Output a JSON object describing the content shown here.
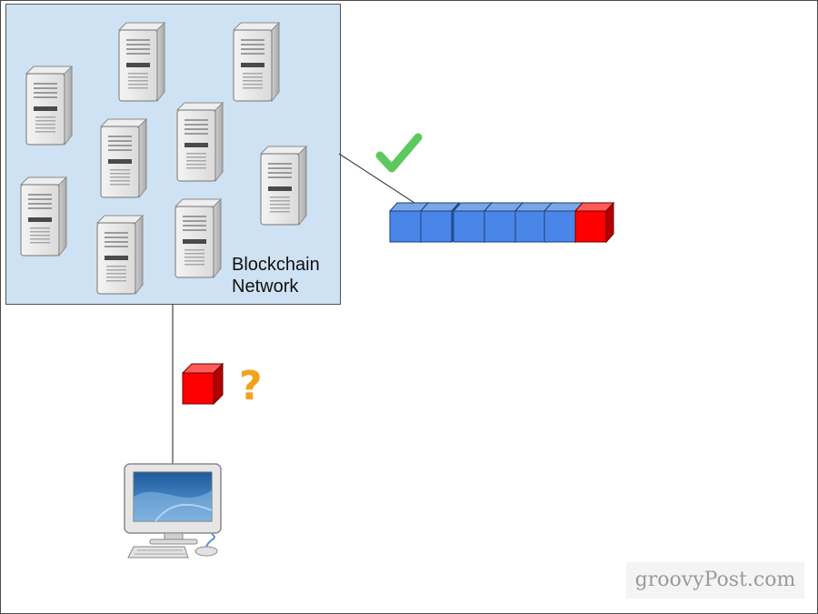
{
  "network": {
    "label_line1": "Blockchain",
    "label_line2": "Network"
  },
  "question_mark": "?",
  "watermark": "groovyPost.com",
  "icons": {
    "server": "server-icon",
    "valid": "checkmark-icon",
    "pending": "question-icon",
    "client": "desktop-computer-icon"
  },
  "colors": {
    "network_bg": "#cfe2f3",
    "valid_block": "#3c78d8",
    "new_block": "#ff0000",
    "checkmark": "#5cc95c",
    "question": "#f4a11c"
  }
}
